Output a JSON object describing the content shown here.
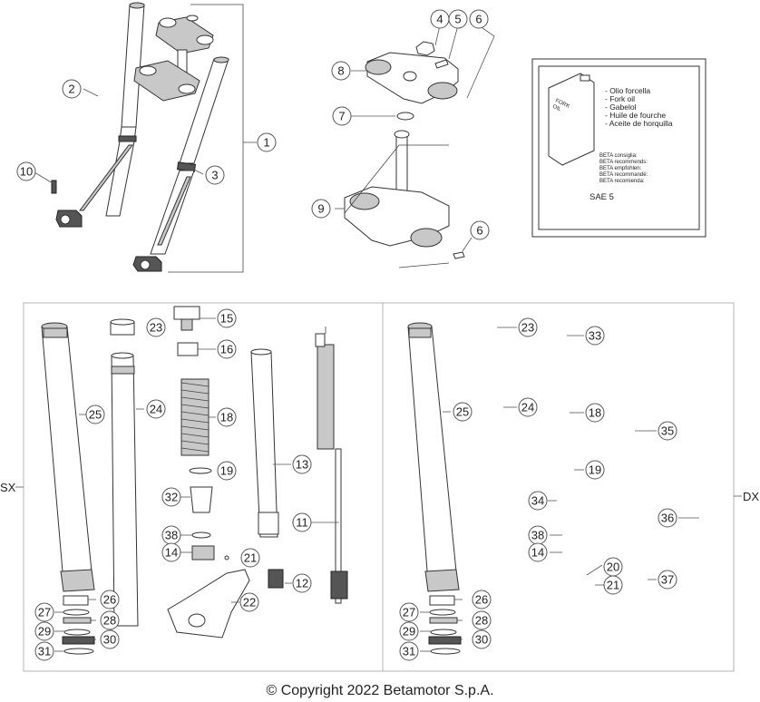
{
  "side_labels": {
    "left": "SX",
    "right": "DX"
  },
  "oil_box": {
    "can_label": "FORK\nOIL",
    "oil_names": [
      "- Olio forcella",
      "- Fork oil",
      "- Gabelol",
      "- Huile de fourche",
      "- Aceite de horquilla"
    ],
    "recommend": [
      "BETA consiglia:",
      "BETA recommends:",
      "BETA empfohlen:",
      "BETA recommandé:",
      "BETA recomienda:"
    ],
    "spec": "SAE 5"
  },
  "callouts": [
    {
      "id": "c1",
      "num": "1"
    },
    {
      "id": "c2",
      "num": "2"
    },
    {
      "id": "c3",
      "num": "3"
    },
    {
      "id": "c10",
      "num": "10"
    },
    {
      "id": "c4",
      "num": "4"
    },
    {
      "id": "c5",
      "num": "5"
    },
    {
      "id": "c6a",
      "num": "6"
    },
    {
      "id": "c8",
      "num": "8"
    },
    {
      "id": "c7",
      "num": "7"
    },
    {
      "id": "c9",
      "num": "9"
    },
    {
      "id": "c6b",
      "num": "6"
    },
    {
      "id": "l23",
      "num": "23"
    },
    {
      "id": "l15",
      "num": "15"
    },
    {
      "id": "l16",
      "num": "16"
    },
    {
      "id": "l25",
      "num": "25"
    },
    {
      "id": "l24",
      "num": "24"
    },
    {
      "id": "l18",
      "num": "18"
    },
    {
      "id": "l13",
      "num": "13"
    },
    {
      "id": "l19",
      "num": "19"
    },
    {
      "id": "l32",
      "num": "32"
    },
    {
      "id": "l11",
      "num": "11"
    },
    {
      "id": "l38",
      "num": "38"
    },
    {
      "id": "l14",
      "num": "14"
    },
    {
      "id": "l21",
      "num": "21"
    },
    {
      "id": "l12",
      "num": "12"
    },
    {
      "id": "l22",
      "num": "22"
    },
    {
      "id": "l26",
      "num": "26"
    },
    {
      "id": "l27",
      "num": "27"
    },
    {
      "id": "l28",
      "num": "28"
    },
    {
      "id": "l29",
      "num": "29"
    },
    {
      "id": "l30",
      "num": "30"
    },
    {
      "id": "l31",
      "num": "31"
    },
    {
      "id": "r23",
      "num": "23"
    },
    {
      "id": "r33",
      "num": "33"
    },
    {
      "id": "r25",
      "num": "25"
    },
    {
      "id": "r24",
      "num": "24"
    },
    {
      "id": "r18",
      "num": "18"
    },
    {
      "id": "r35",
      "num": "35"
    },
    {
      "id": "r19",
      "num": "19"
    },
    {
      "id": "r34",
      "num": "34"
    },
    {
      "id": "r36",
      "num": "36"
    },
    {
      "id": "r38",
      "num": "38"
    },
    {
      "id": "r14",
      "num": "14"
    },
    {
      "id": "r20",
      "num": "20"
    },
    {
      "id": "r21",
      "num": "21"
    },
    {
      "id": "r37",
      "num": "37"
    },
    {
      "id": "r26",
      "num": "26"
    },
    {
      "id": "r27",
      "num": "27"
    },
    {
      "id": "r28",
      "num": "28"
    },
    {
      "id": "r29",
      "num": "29"
    },
    {
      "id": "r30",
      "num": "30"
    },
    {
      "id": "r31",
      "num": "31"
    }
  ],
  "copyright": "© Copyright 2022 Betamotor S.p.A."
}
